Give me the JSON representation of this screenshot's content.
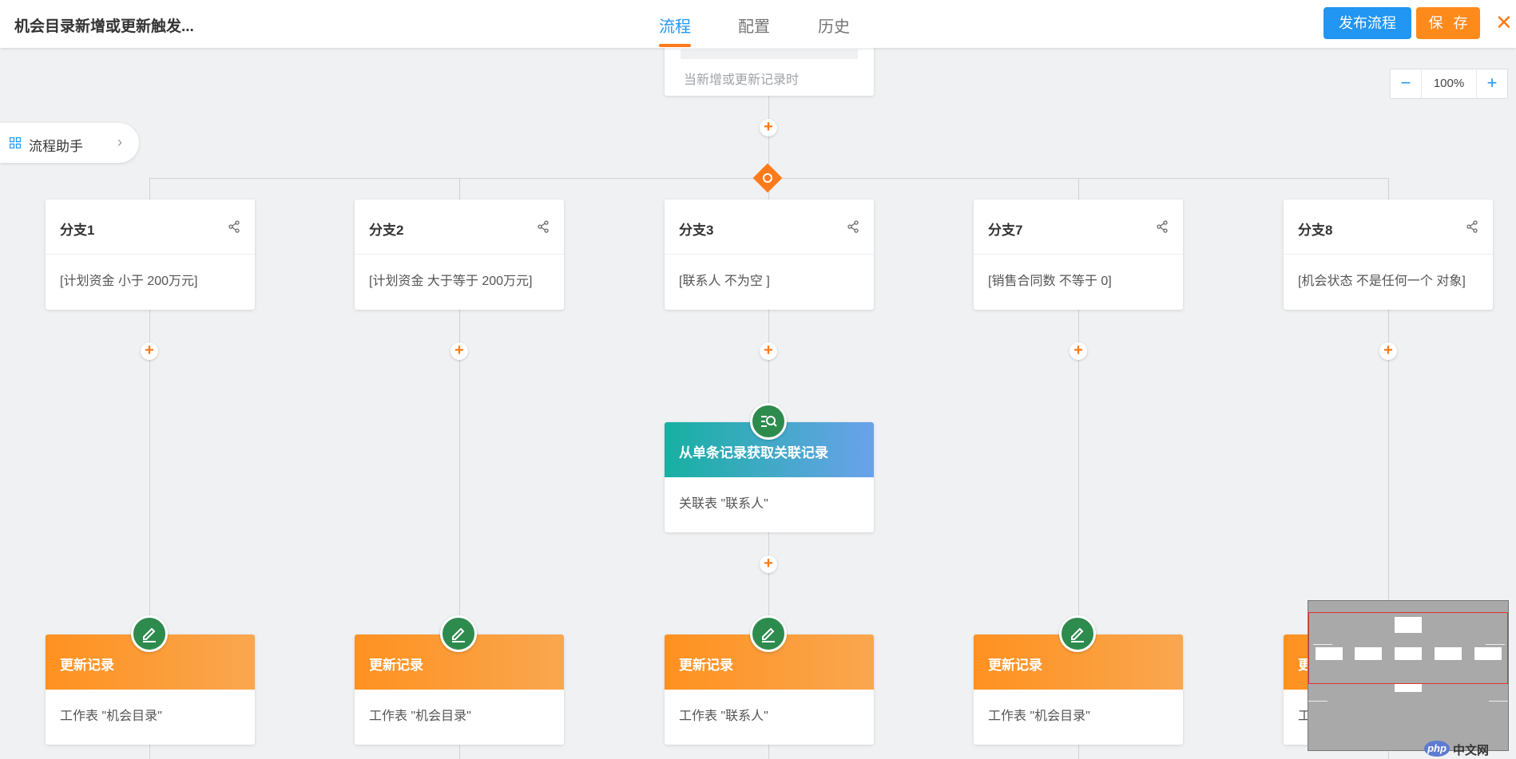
{
  "header": {
    "title": "机会目录新增或更新触发...",
    "tabs": [
      {
        "label": "流程",
        "active": true
      },
      {
        "label": "配置",
        "active": false
      },
      {
        "label": "历史",
        "active": false
      }
    ],
    "publish_label": "发布流程",
    "save_label": "保 存",
    "close_glyph": "✕"
  },
  "zoom": {
    "minus": "−",
    "value": "100%",
    "plus": "+"
  },
  "assistant": {
    "label": "流程助手",
    "chevron": "›"
  },
  "trigger": {
    "description": "当新增或更新记录时"
  },
  "branches": [
    {
      "name": "分支1",
      "condition": "[计划资金 小于 200万元]"
    },
    {
      "name": "分支2",
      "condition": "[计划资金 大于等于 200万元]"
    },
    {
      "name": "分支3",
      "condition": "[联系人 不为空 ]"
    },
    {
      "name": "分支7",
      "condition": "[销售合同数 不等于 0]"
    },
    {
      "name": "分支8",
      "condition": "[机会状态 不是任何一个 对象]"
    }
  ],
  "related_node": {
    "title": "从单条记录获取关联记录",
    "detail": "关联表 \"联系人\"",
    "icon": "search-list-icon"
  },
  "update_nodes": [
    {
      "title": "更新记录",
      "detail": "工作表 \"机会目录\"",
      "icon": "edit-icon"
    },
    {
      "title": "更新记录",
      "detail": "工作表 \"机会目录\"",
      "icon": "edit-icon"
    },
    {
      "title": "更新记录",
      "detail": "工作表 \"联系人\"",
      "icon": "edit-icon"
    },
    {
      "title": "更新记录",
      "detail": "工作表 \"机会目录\"",
      "icon": "edit-icon"
    },
    {
      "title": "更",
      "detail": "工",
      "icon": "edit-icon"
    }
  ],
  "add_glyph": "+",
  "watermark": {
    "badge": "php",
    "text": "中文网"
  },
  "colors": {
    "primary": "#2196f3",
    "accent": "#ff7a1a",
    "action_icon": "#2e8b4e",
    "canvas": "#f0f1f3"
  }
}
